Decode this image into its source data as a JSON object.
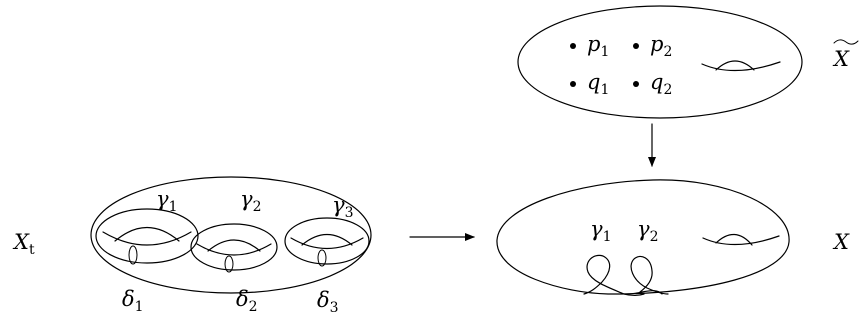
{
  "labels": {
    "x_t": "X",
    "x_t_sub": "t",
    "x": "X",
    "x_tilde": "X",
    "gamma": "γ",
    "delta": "δ",
    "p": "p",
    "q": "q",
    "sub_1": "1",
    "sub_2": "2",
    "sub_3": "3"
  },
  "colors": {
    "stroke": "#000000",
    "background": "#ffffff"
  }
}
